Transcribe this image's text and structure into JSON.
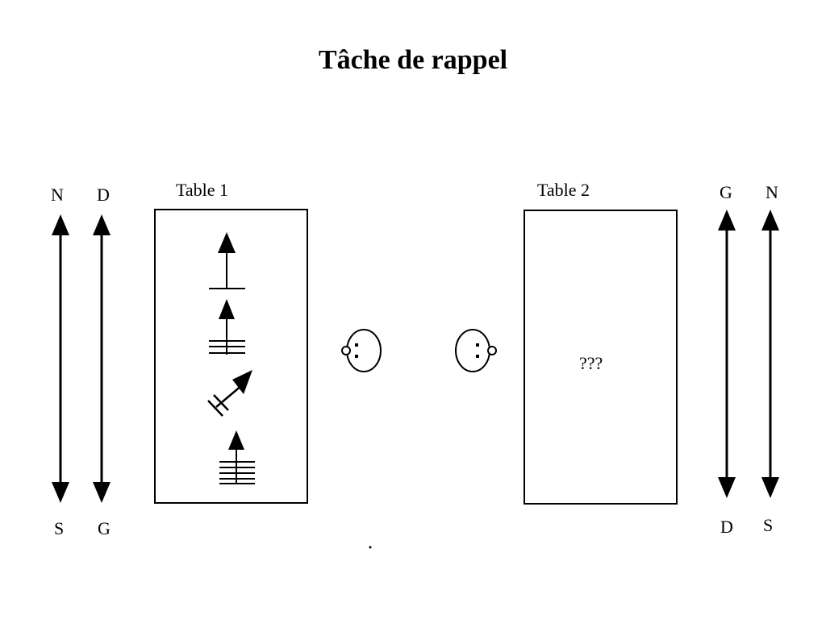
{
  "title": "Tâche de rappel",
  "left_axes": {
    "axis1": {
      "top": "N",
      "bottom": "S"
    },
    "axis2": {
      "top": "D",
      "bottom": "G"
    }
  },
  "right_axes": {
    "axis1": {
      "top": "G",
      "bottom": "D"
    },
    "axis2": {
      "top": "N",
      "bottom": "S"
    }
  },
  "table1": {
    "label": "Table 1"
  },
  "table2": {
    "label": "Table 2",
    "content": "???"
  },
  "colors": {
    "ink": "#000000",
    "background": "#ffffff"
  }
}
